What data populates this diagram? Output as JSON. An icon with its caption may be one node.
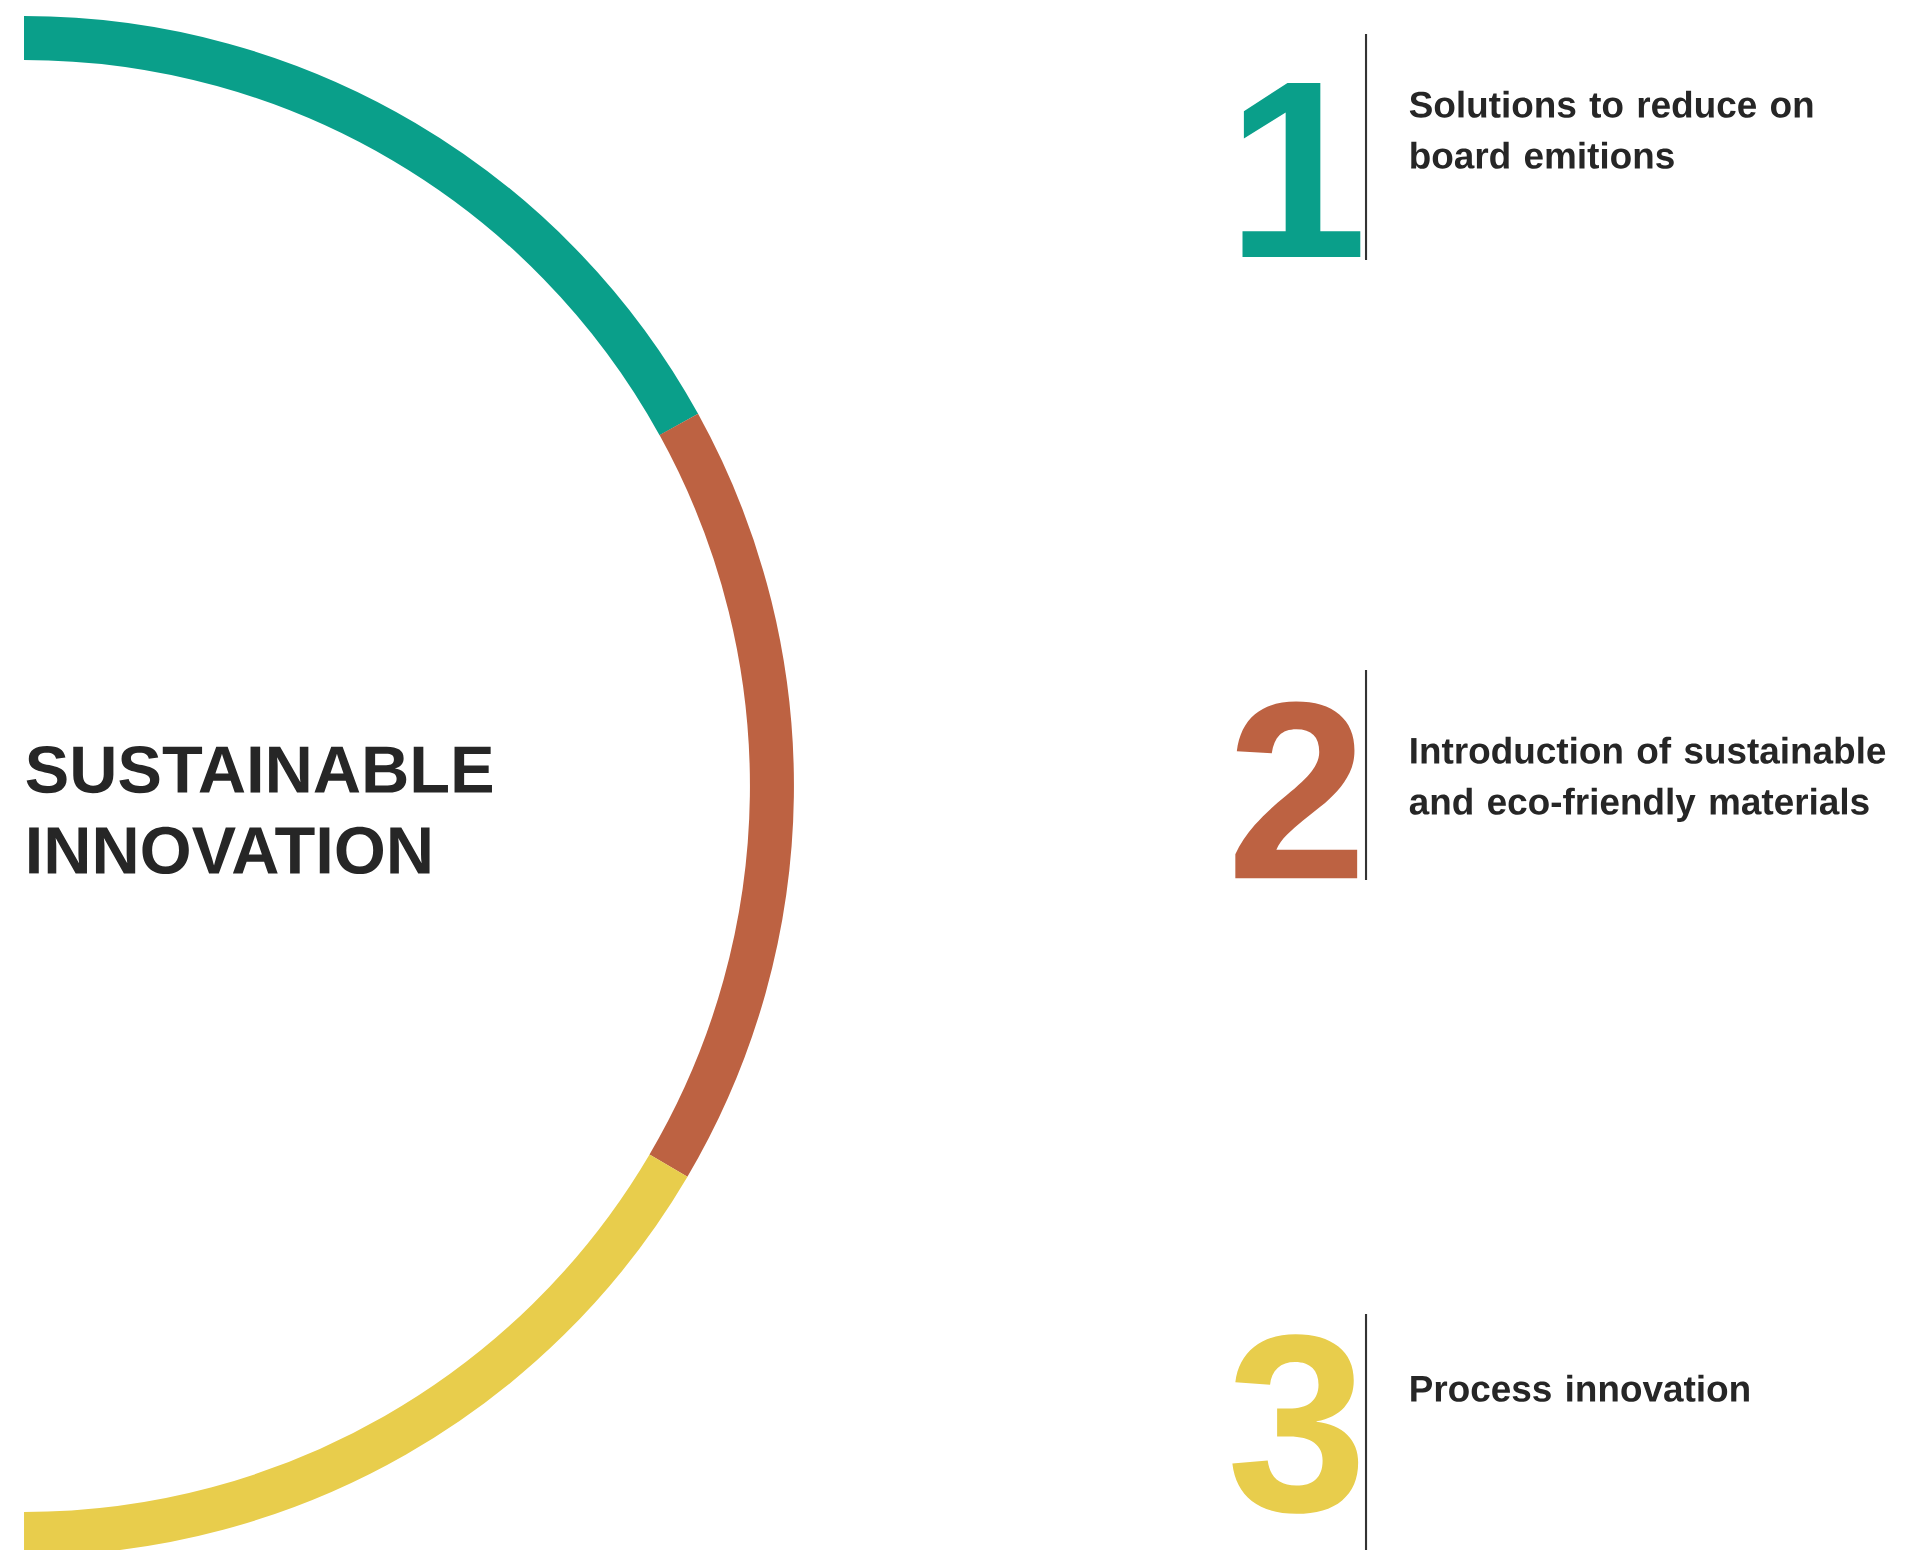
{
  "diagram": {
    "title": "SUSTAINABLE INNOVATION",
    "labels": [
      "1",
      "Solutions to reduce on board emitions",
      "2",
      "Introduction of sustainable and eco-friendly materials",
      "3",
      "Process innovation"
    ]
  }
}
